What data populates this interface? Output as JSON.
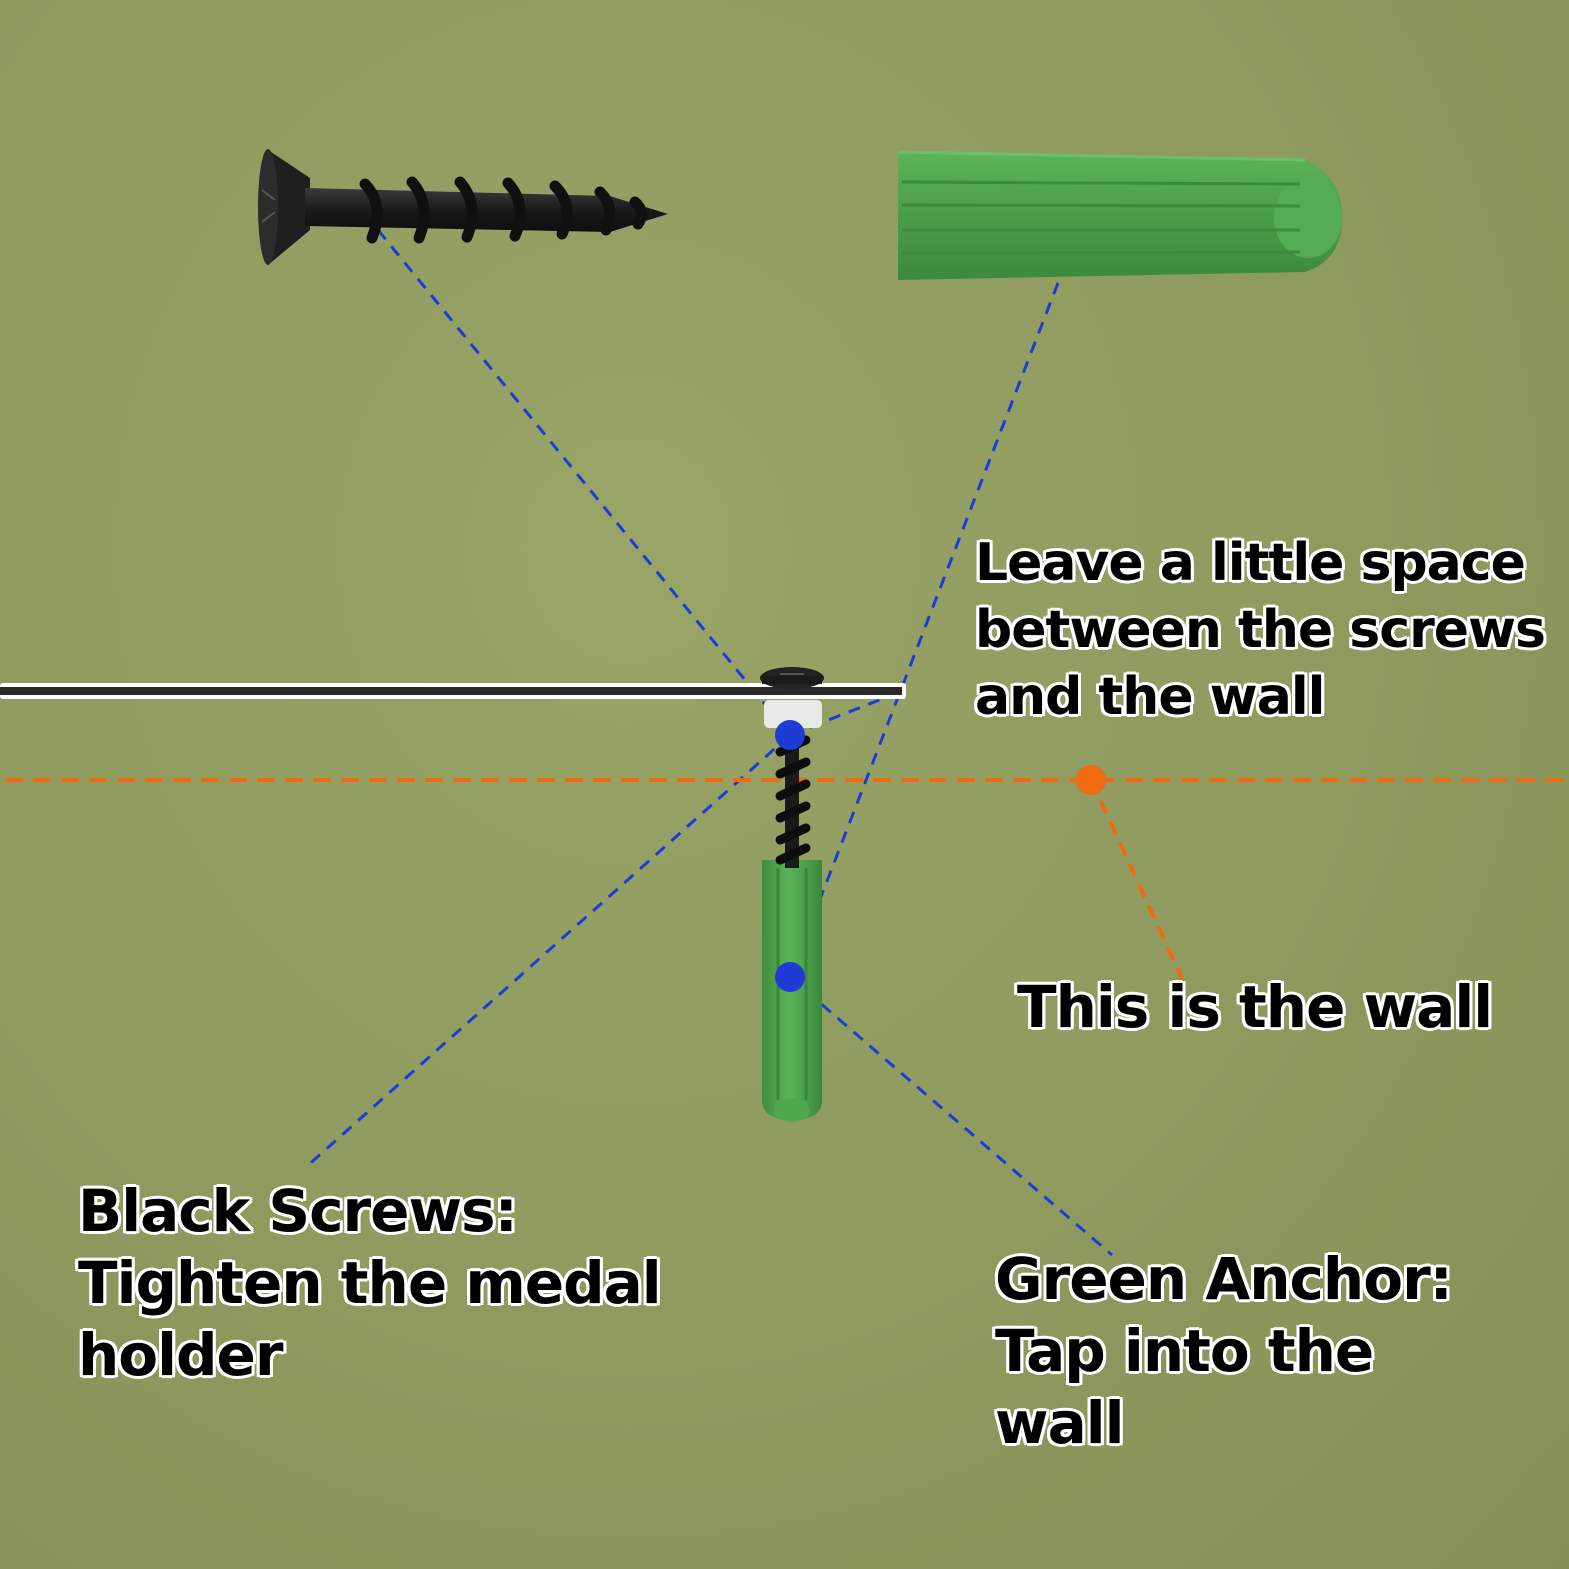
{
  "labels": {
    "space": [
      "Leave a little space",
      "between the screws",
      "and the wall"
    ],
    "wall": [
      "This is the wall"
    ],
    "screws": [
      "Black Screws:",
      "Tighten the medal",
      "holder"
    ],
    "anchor": [
      "Green Anchor:",
      "Tap into the",
      "wall"
    ]
  },
  "colors": {
    "background": "#8e9a5e",
    "leader_line": "#1f3bd6",
    "wall_line": "#f06a10",
    "anchor_green": "#4ba04a",
    "screw_black": "#1a1a1a"
  }
}
